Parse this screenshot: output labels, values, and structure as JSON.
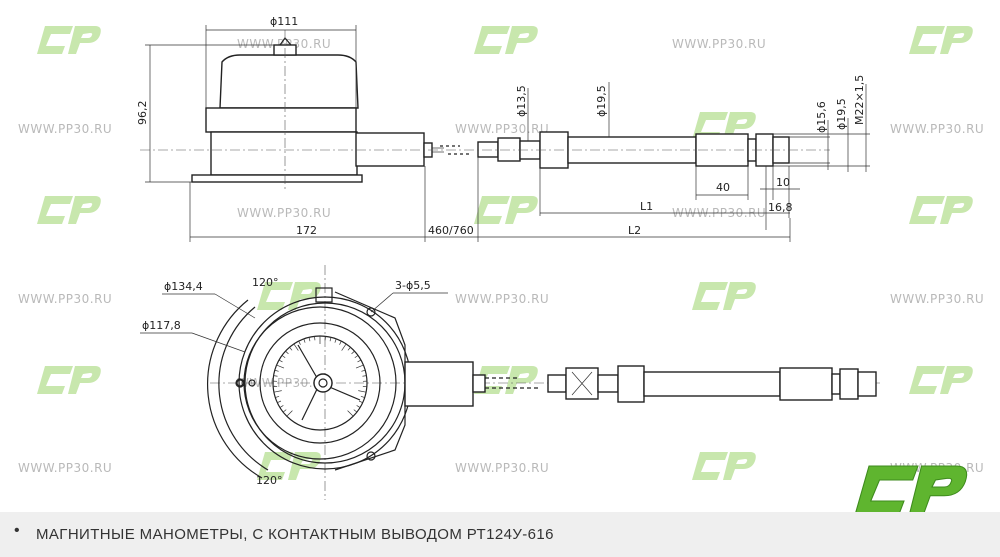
{
  "watermark": {
    "url": "WWW.PP30.RU",
    "logo_text": "CP",
    "logo_color": "#7dc242",
    "brand_logo_color": "#5fb52f"
  },
  "dimensions": {
    "d111": "ϕ111",
    "h96_2": "96,2",
    "d13_5": "ϕ13,5",
    "d19_5_top": "ϕ19,5",
    "d15_6": "ϕ15,6",
    "d19_5_right": "ϕ19,5",
    "m22": "M22×1,5",
    "l40": "40",
    "l10": "10",
    "L1": "L1",
    "l16_8": "16,8",
    "l172": "172",
    "l460_760": "460/760",
    "L2": "L2",
    "d134_4": "ϕ134,4",
    "d117_8": "ϕ117,8",
    "holes": "3-ϕ5,5",
    "angle_top": "120°",
    "angle_bottom": "120°"
  },
  "caption": {
    "bullet": "•",
    "text": "МАГНИТНЫЕ МАНОМЕТРЫ, С КОНТАКТНЫМ ВЫВОДОМ  РТ124У-616"
  }
}
